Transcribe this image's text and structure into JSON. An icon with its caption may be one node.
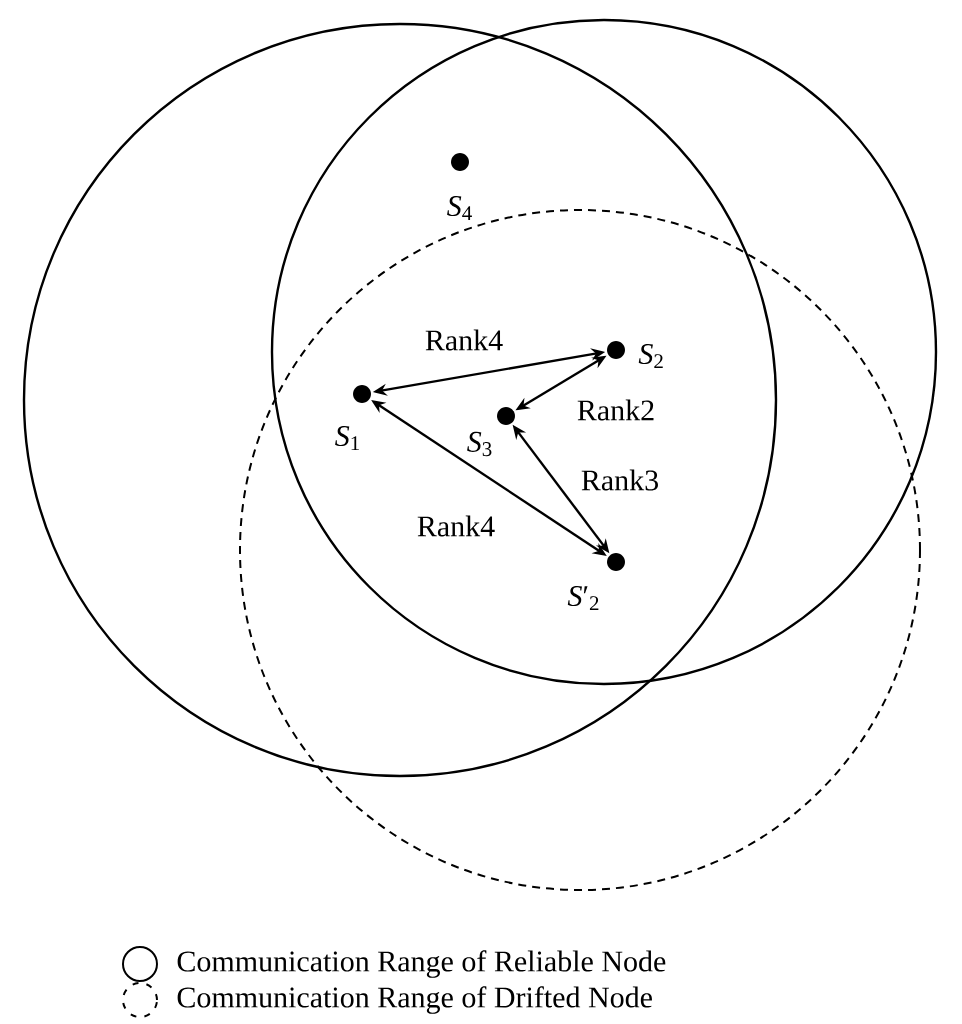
{
  "diagram": {
    "nodes": [
      {
        "text": [],
        "shape": "circle",
        "beside": [
          "*S*$_{4}$"
        ]
      },
      {
        "text": [],
        "shape": "circle",
        "beside": [
          "*S*$_{2}$"
        ]
      },
      {
        "text": [],
        "shape": "circle",
        "beside": [
          "*S*$_{1}$"
        ]
      },
      {
        "text": [],
        "shape": "circle",
        "beside": [
          "*S*$_{3}$"
        ]
      },
      {
        "text": [],
        "shape": "circle",
        "beside": [
          "*S*′$_{2}$"
        ]
      }
    ],
    "edges": [
      {
        "from": 2,
        "to": 1,
        "arrow": "both",
        "label": "Rank4"
      },
      {
        "from": 1,
        "to": 3,
        "arrow": "both",
        "label": "Rank2"
      },
      {
        "from": 3,
        "to": 4,
        "arrow": "both",
        "label": "Rank3"
      },
      {
        "from": 2,
        "to": 4,
        "arrow": "both",
        "label": "Rank4"
      }
    ],
    "legend": [
      {
        "text": "Communication Range of Reliable Node"
      },
      {
        "text": "Communication Range of Drifted Node"
      }
    ]
  }
}
